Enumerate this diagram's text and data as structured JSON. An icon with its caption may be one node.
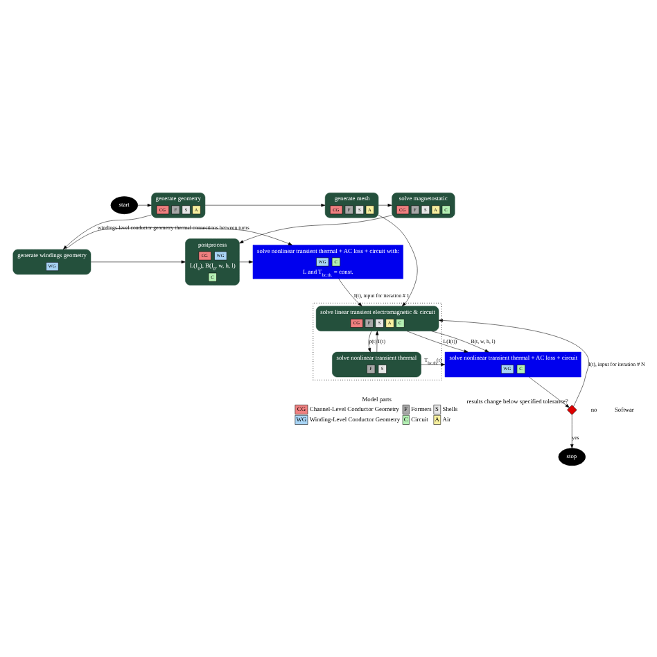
{
  "diagram": {
    "nodes": [
      {
        "text": [
          "start"
        ]
      },
      {
        "text": [
          "generate geometry",
          "CG",
          "F",
          "S",
          "A"
        ]
      },
      {
        "text": [
          "generate mesh",
          "CG",
          "F",
          "S",
          "A"
        ]
      },
      {
        "text": [
          "solve magnetostatic",
          "CG",
          "F",
          "S",
          "A",
          "C"
        ]
      },
      {
        "text": [
          "generate windings geometry",
          "WG"
        ]
      },
      {
        "text": [
          "postprocess",
          "CG",
          "WG",
          "L(I$_{0}$), B(I$_{0}$, w, h, l)",
          "C"
        ]
      },
      {
        "text": [
          "solve nonlinear transient thermal + AC loss + circuit with:",
          "WG",
          "C",
          "L and T$_{bc.th.}$ = const."
        ]
      },
      {
        "text": [],
        "shape": "box"
      },
      {
        "text": [
          "solve linear transient electromagnetic & circuit",
          "CG",
          "F",
          "S",
          "A",
          "C"
        ],
        "in": 7
      },
      {
        "text": [
          "stop"
        ]
      },
      {
        "text": [],
        "shape": "diamond",
        "beside": [
          "results change below specified tolerance?"
        ]
      },
      {
        "text": [
          "solve nonlinear transient thermal + AC loss + circuit",
          "WG",
          "C"
        ]
      },
      {
        "text": [
          "solve nonlinear transient thermal",
          "F",
          "S"
        ],
        "in": 7
      }
    ],
    "edges": [
      {
        "from": 0,
        "to": 1,
        "arrow": "to"
      },
      {
        "from": 1,
        "to": 2,
        "arrow": "to"
      },
      {
        "from": 2,
        "to": 3,
        "arrow": "to"
      },
      {
        "from": 1,
        "to": 4,
        "arrow": "to"
      },
      {
        "from": 3,
        "to": 5,
        "arrow": "to"
      },
      {
        "from": 4,
        "to": 5,
        "arrow": "to"
      },
      {
        "from": 5,
        "to": 6,
        "arrow": "to"
      },
      {
        "from": 4,
        "to": 6,
        "arrow": "to",
        "label": "windings-level conductor geometry thermal connections between turns"
      },
      {
        "from": 2,
        "to": 8,
        "arrow": "to"
      },
      {
        "from": 6,
        "to": 8,
        "arrow": "to",
        "label": "I(t), input for iteration # 1"
      },
      {
        "from": 10,
        "to": 8,
        "arrow": "to",
        "label": "I(t), input for iteration # N"
      },
      {
        "from": 8,
        "to": 12,
        "arrow": "to",
        "label": "p(t)"
      },
      {
        "from": 12,
        "to": 8,
        "arrow": "to",
        "label": "T(t)"
      },
      {
        "from": 8,
        "to": 11,
        "arrow": "to",
        "label": "L(I(t))"
      },
      {
        "from": 8,
        "to": 11,
        "arrow": "to",
        "label": "B(t, w, h, l)"
      },
      {
        "from": 12,
        "to": 11,
        "arrow": "to",
        "label": "T$_{bc.th.}$(t)"
      },
      {
        "from": 11,
        "to": 10,
        "arrow": "to"
      },
      {
        "from": 10,
        "to": 9,
        "arrow": "to",
        "label": "yes"
      }
    ],
    "labels": [
      "no",
      "Model parts",
      "CG",
      "F",
      "S",
      "WG",
      "C",
      "A",
      "Softwar"
    ],
    "legend": [
      {
        "text": "Channel-Level Conductor Geometry",
        "color": "#f08080"
      },
      {
        "text": "Formers",
        "color": "#a8a8a8"
      },
      {
        "text": "Shells",
        "color": "#e6e6e6"
      },
      {
        "text": "Winding-Level Conductor Geometry",
        "color": "#a8d4f5"
      },
      {
        "text": "Circuit",
        "color": "#b4f0b4"
      },
      {
        "text": "Air",
        "color": "#f7f0a0"
      }
    ]
  }
}
